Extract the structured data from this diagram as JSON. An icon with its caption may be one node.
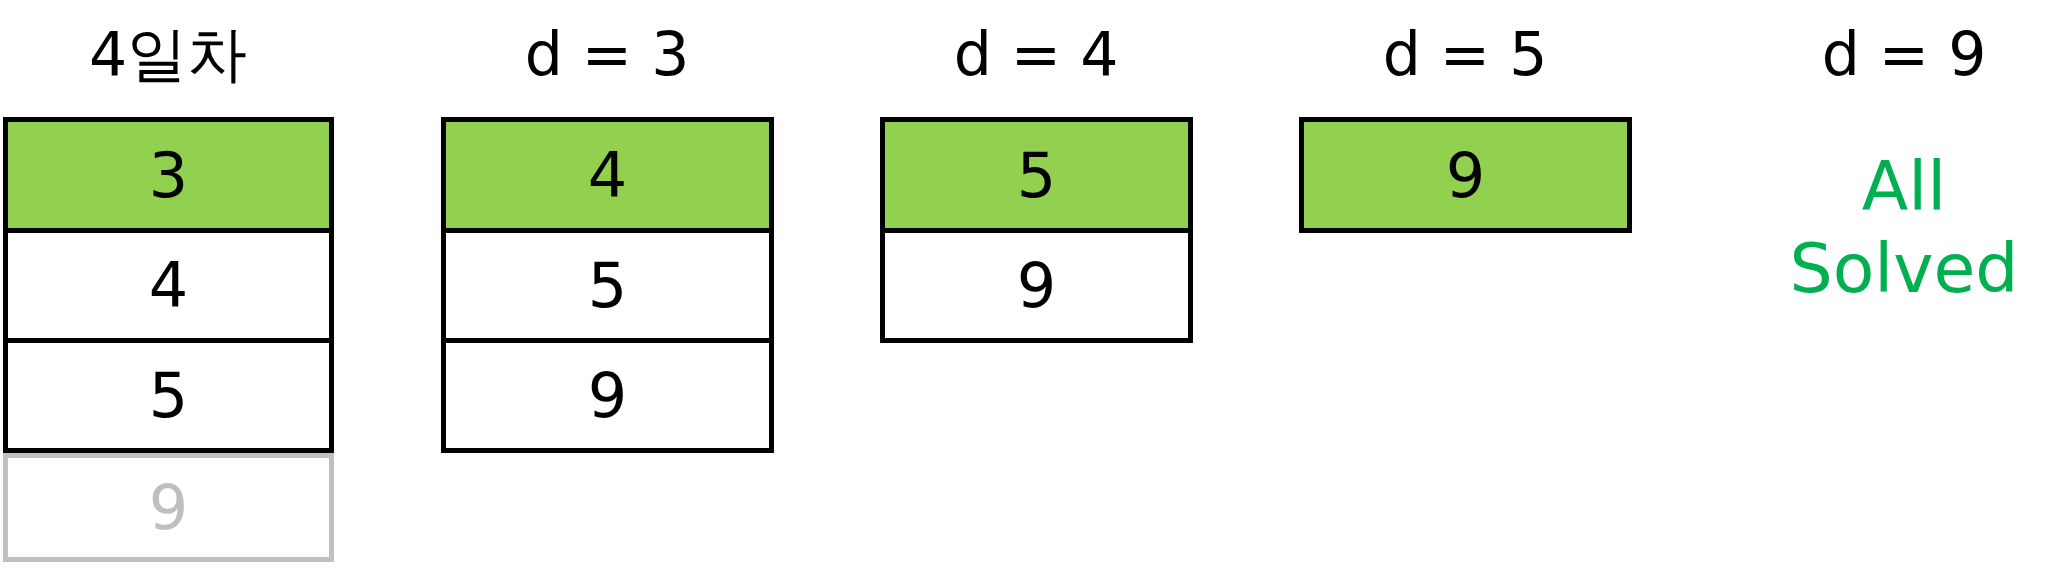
{
  "diagram": {
    "nodes": [
      {
        "text": [
          "3"
        ]
      },
      {
        "text": [
          "4"
        ]
      },
      {
        "text": [
          "5"
        ]
      },
      {
        "text": [
          "9"
        ]
      },
      {
        "text": [
          "4"
        ]
      },
      {
        "text": [
          "5"
        ]
      },
      {
        "text": [
          "9"
        ]
      },
      {
        "text": [
          "5"
        ]
      },
      {
        "text": [
          "9"
        ]
      },
      {
        "text": [
          "9"
        ]
      }
    ],
    "labels": [
      "4일차",
      "d = 3",
      "d = 4",
      "d = 5",
      "d = 9",
      "All Solved"
    ]
  }
}
